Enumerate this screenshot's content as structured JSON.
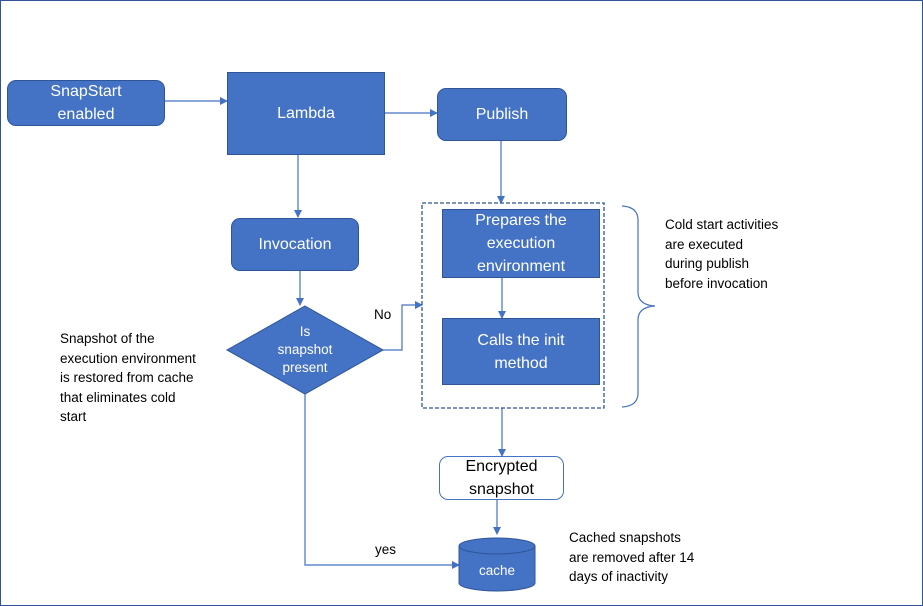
{
  "nodes": {
    "snapstart": "SnapStart\nenabled",
    "lambda": "Lambda",
    "publish": "Publish",
    "invocation": "Invocation",
    "decision": "Is\nsnapshot\npresent",
    "prepares": "Prepares the\nexecution\nenvironment",
    "calls_init": "Calls the init\nmethod",
    "encrypted": "Encrypted\nsnapshot",
    "cache": "cache"
  },
  "edge_labels": {
    "no": "No",
    "yes": "yes"
  },
  "notes": {
    "cold_start": "Cold start activities\nare executed\nduring publish\nbefore invocation",
    "snapshot_restored": "Snapshot of the\nexecution environment\nis restored from cache\nthat eliminates cold\nstart",
    "cached_removed": "Cached snapshots\nare removed  after 14\ndays of inactivity"
  },
  "colors": {
    "fill": "#4472c4",
    "stroke": "#2f5597",
    "connector": "#4472c4"
  }
}
